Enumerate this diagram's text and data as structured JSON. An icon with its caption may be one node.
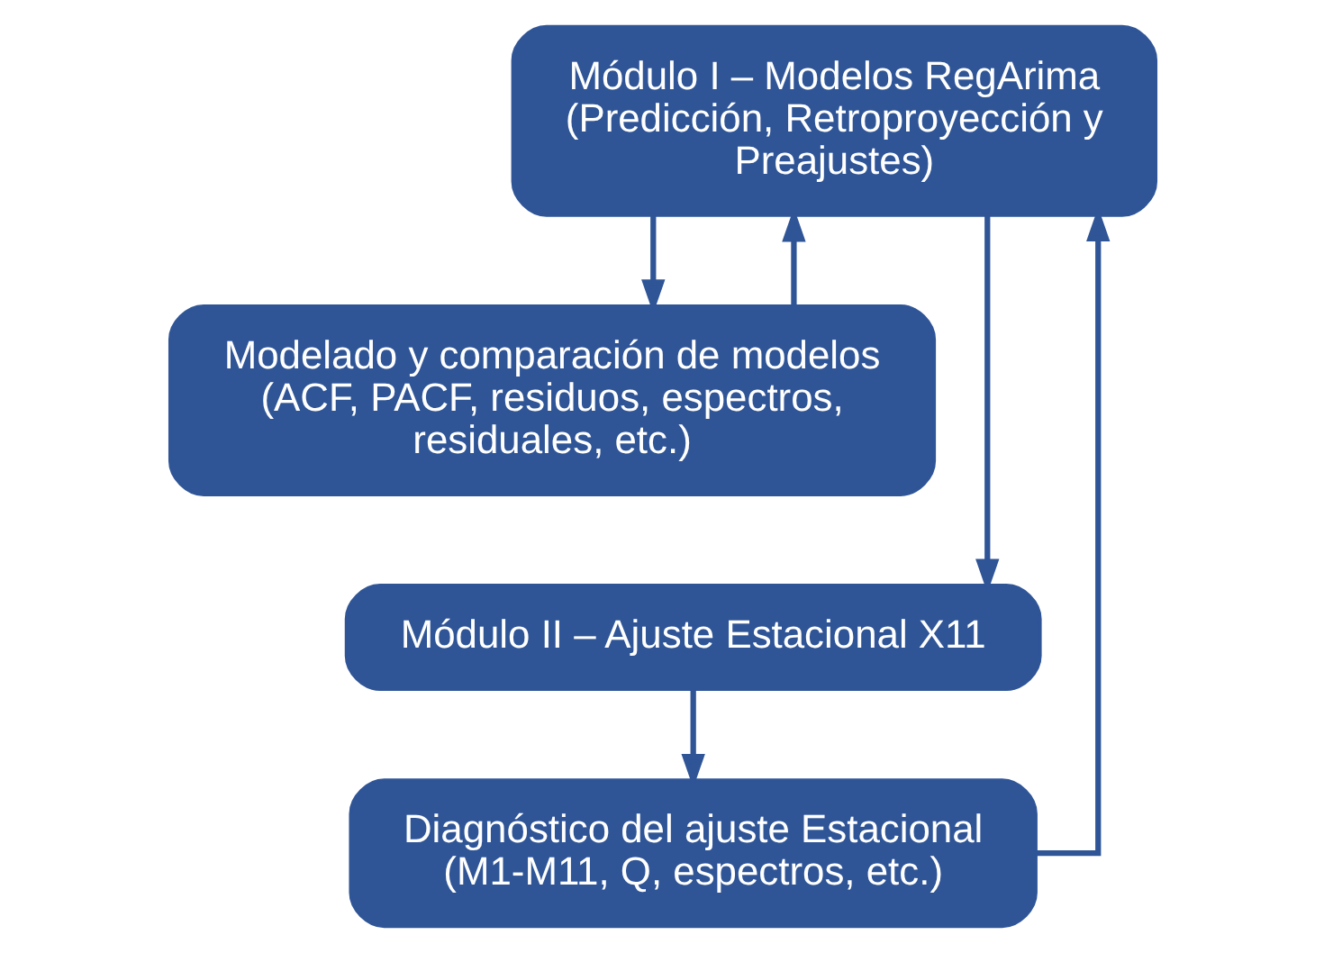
{
  "diagram": {
    "nodes": [
      {
        "text": [
          "Módulo I – Modelos RegArima (Predicción, Retroproyección y Preajustes)"
        ]
      },
      {
        "text": [
          "Modelado y comparación de modelos (ACF, PACF, residuos, espectros, residuales, etc.)"
        ]
      },
      {
        "text": [
          "Módulo II – Ajuste Estacional X11"
        ]
      },
      {
        "text": [
          "Diagnóstico del ajuste Estacional (M1-M11, Q, espectros, etc.)"
        ]
      }
    ],
    "edges": [
      {
        "from": 0,
        "to": 1,
        "arrow": "to"
      },
      {
        "from": 0,
        "to": 2,
        "arrow": "to"
      },
      {
        "from": 2,
        "to": 3,
        "arrow": "to"
      },
      {
        "from": 3,
        "to": 0,
        "arrow": "to"
      },
      {
        "from": 1,
        "to": 0,
        "arrow": "to"
      }
    ]
  }
}
